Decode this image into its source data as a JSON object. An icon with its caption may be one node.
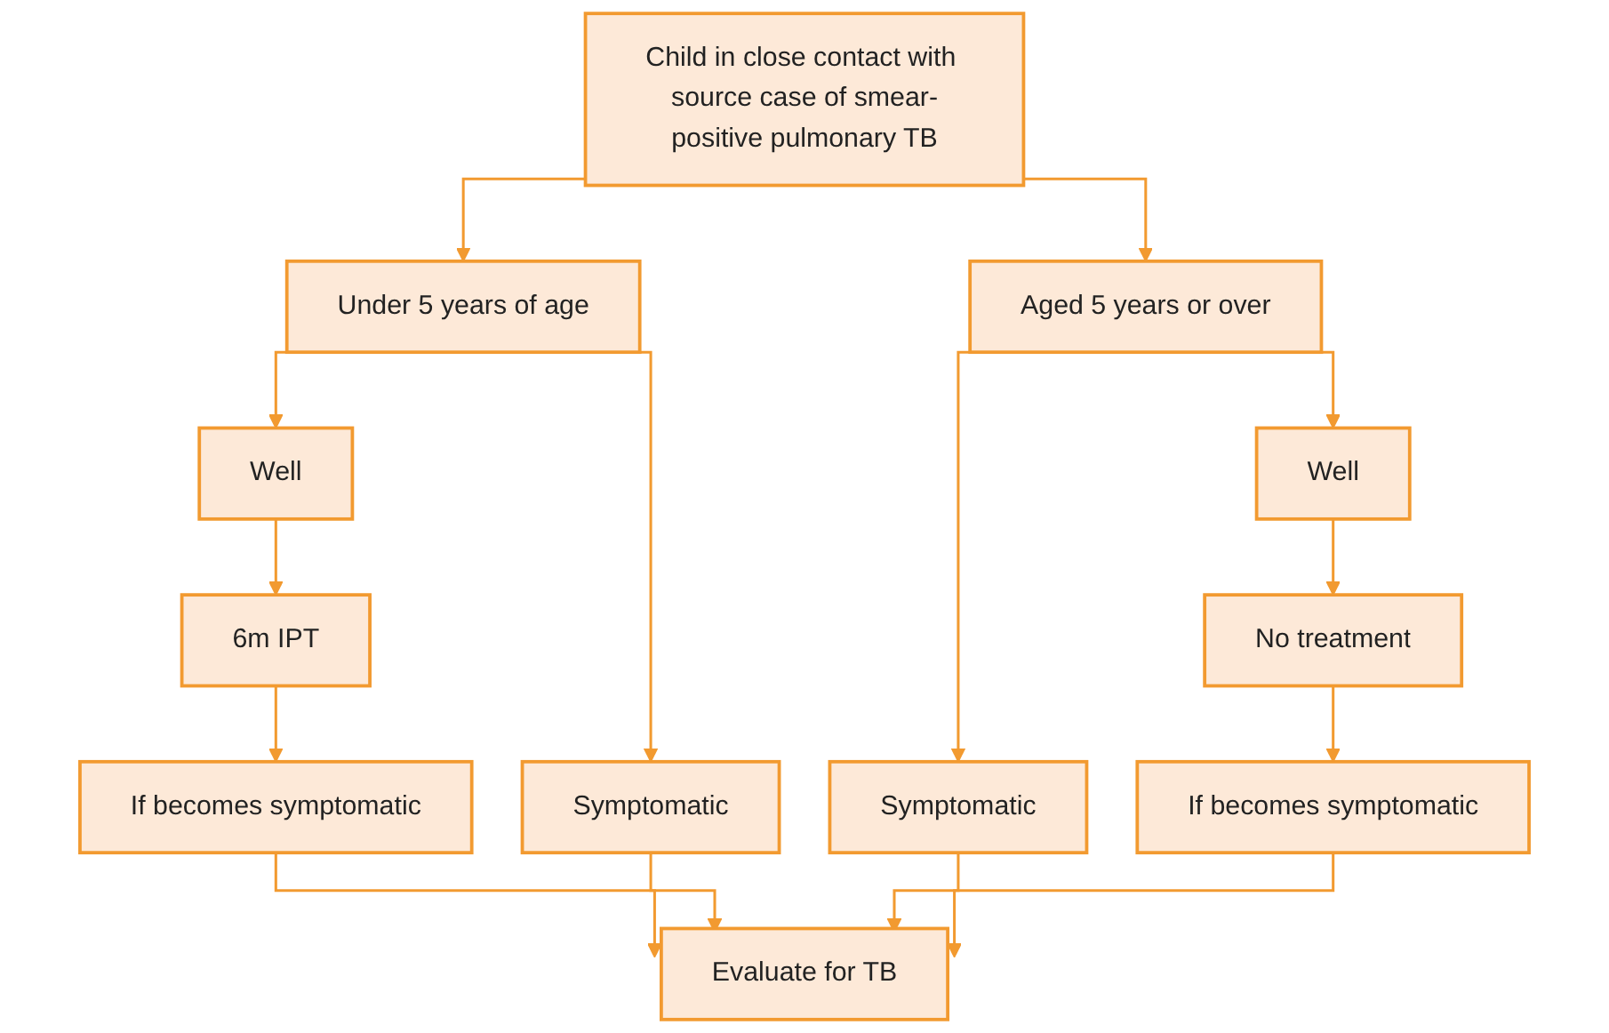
{
  "diagram": {
    "nodes": [
      {
        "text": [
          "Child in close contact with source case of smear-positive pulmonary TB"
        ]
      },
      {
        "text": [
          "Under 5 years of age"
        ]
      },
      {
        "text": [
          "Aged 5 years or over"
        ]
      },
      {
        "text": [
          "Well"
        ]
      },
      {
        "text": [
          "Symptomatic"
        ]
      },
      {
        "text": [
          "Symptomatic"
        ]
      },
      {
        "text": [
          "Well"
        ]
      },
      {
        "text": [
          "6m IPT"
        ]
      },
      {
        "text": [
          "Evaluate for TB"
        ]
      },
      {
        "text": [
          "No treatment"
        ]
      },
      {
        "text": [
          "If becomes symptomatic"
        ]
      },
      {
        "text": [
          "If becomes symptomatic"
        ]
      }
    ],
    "edges": [
      {
        "from": 0,
        "to": 1,
        "arrow": "to"
      },
      {
        "from": 0,
        "to": 2,
        "arrow": "to"
      },
      {
        "from": 1,
        "to": 3,
        "arrow": "to"
      },
      {
        "from": 1,
        "to": 4,
        "arrow": "to"
      },
      {
        "from": 2,
        "to": 5,
        "arrow": "to"
      },
      {
        "from": 2,
        "to": 6,
        "arrow": "to"
      },
      {
        "from": 3,
        "to": 7,
        "arrow": "to"
      },
      {
        "from": 4,
        "to": 8,
        "arrow": "to"
      },
      {
        "from": 5,
        "to": 8,
        "arrow": "to"
      },
      {
        "from": 6,
        "to": 9,
        "arrow": "to"
      },
      {
        "from": 7,
        "to": 10,
        "arrow": "to"
      },
      {
        "from": 10,
        "to": 8,
        "arrow": "to"
      },
      {
        "from": 11,
        "to": 8,
        "arrow": "to"
      },
      {
        "from": 9,
        "to": 11,
        "arrow": "to"
      }
    ]
  }
}
